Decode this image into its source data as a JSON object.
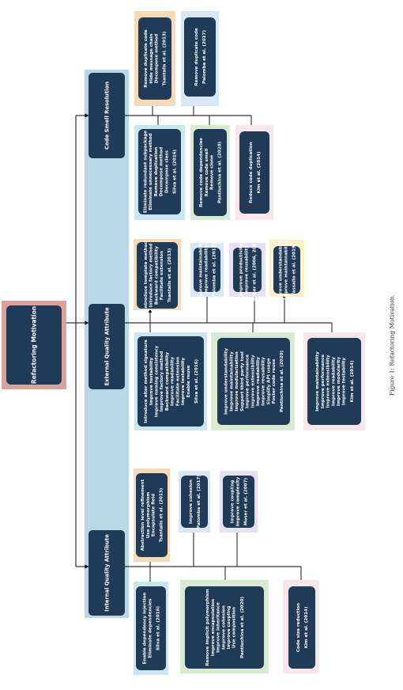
{
  "caption": "Figure 1: Refactoring Motivation.",
  "colors": {
    "node": "#1f3b57",
    "root_fill": "#d9a39b",
    "band": "#b9d7e6",
    "edge": "#000000",
    "orange": "#f6d9b6",
    "blue": "#d9e7f7",
    "light_blue": "#c9e7ef",
    "green": "#d9ead3",
    "pink": "#f7e6ea",
    "lavender": "#e6e1f0",
    "yellow": "#fbf1c8"
  },
  "diagram": {
    "root": "Refactoring Motivation",
    "categories": [
      {
        "label": "Code Smell Resolution"
      },
      {
        "label": "External Quality Attribute"
      },
      {
        "label": "Internal Quality Attribute"
      }
    ],
    "leaves": [
      {
        "cat": 0,
        "ref": "Tsantalis et al. (2013)",
        "items": [
          "Remove duplicate code",
          "Hide message chain",
          "Decompose method"
        ]
      },
      {
        "cat": 0,
        "ref": "Palomba et al. (2017)",
        "items": [
          "Remove duplicate code"
        ]
      },
      {
        "cat": 0,
        "ref": "Silva et al. (2016)",
        "items": [
          "Eliminate redundant subpackage",
          "Eliminate unnecessary method",
          "Remove duplication",
          "Decompose method",
          "Decompose class"
        ]
      },
      {
        "cat": 0,
        "ref": "Pantiuchina et al. (2020)",
        "items": [
          "Remove code dependencies",
          "Remove code smell",
          "Remove clone"
        ]
      },
      {
        "cat": 0,
        "ref": "Kim et al. (2014)",
        "items": [
          "Reduce code duplication"
        ]
      },
      {
        "cat": 1,
        "ref": "Tsantalis et al. (2013)",
        "items": [
          "Introduce template method",
          "Introduce factory method",
          "Backward compatibility",
          "Facilitate extension"
        ]
      },
      {
        "cat": 1,
        "ref": "Palomba et al. (2017)",
        "items": [
          "Improve maintainability",
          "Improve readability"
        ]
      },
      {
        "cat": 1,
        "ref": "Moser et al. (2006, 2007)",
        "items": [
          "Improve productivity",
          "Improve reusability"
        ]
      },
      {
        "cat": 1,
        "ref": "Vassallo et al. (2019)",
        "items": [
          "Improve understandability",
          "Improve maintainability"
        ]
      },
      {
        "cat": 1,
        "ref": "Silva et al. (2016)",
        "items": [
          "Introduce alter method signature",
          "Improve testability",
          "Improve naming consistency",
          "Improve factory method",
          "Backward compatibility",
          "Improve readability",
          "Facilitate extension",
          "Improve testability",
          "Enable reuse"
        ]
      },
      {
        "cat": 1,
        "ref": "Pantiuchina et al. (2020)",
        "items": [
          "Improve understandability",
          "Improve maintainability",
          "Improve modularization",
          "Support third party tool",
          "Improve performance",
          "Improve extensibility",
          "Improve readability",
          "Improve reusability",
          "Simplify API usage",
          "Foster code reuse"
        ]
      },
      {
        "cat": 1,
        "ref": "Kim et al. (2014)",
        "items": [
          "Improve maintainability",
          "Improve performance",
          "Improve extensibility",
          "Improve readability",
          "Improve modularity",
          "Improve testability"
        ]
      },
      {
        "cat": 2,
        "ref": "Tsantalis et al. (2013)",
        "items": [
          "Abstraction level refinement",
          "Use polymorphism",
          "Encapsulate field"
        ]
      },
      {
        "cat": 2,
        "ref": "Palomba et al. (2017)",
        "items": [
          "Improve cohesion"
        ]
      },
      {
        "cat": 2,
        "ref": "Moser et al. (2007)",
        "items": [
          "Improve coupling",
          "Improve complexity"
        ]
      },
      {
        "cat": 2,
        "ref": "Silva et al. (2016)",
        "items": [
          "Enable dependency injection",
          "Eliminate dependencies"
        ]
      },
      {
        "cat": 2,
        "ref": "Pantiuchina et al. (2020)",
        "items": [
          "Remove implicit polymorphism",
          "Improve encapsulation",
          "Improve inheritance",
          "Improve cohesion",
          "Improve coupling",
          "Use composition"
        ]
      },
      {
        "cat": 2,
        "ref": "Kim et al. (2014)",
        "items": [
          "Code size reduction"
        ]
      }
    ]
  }
}
